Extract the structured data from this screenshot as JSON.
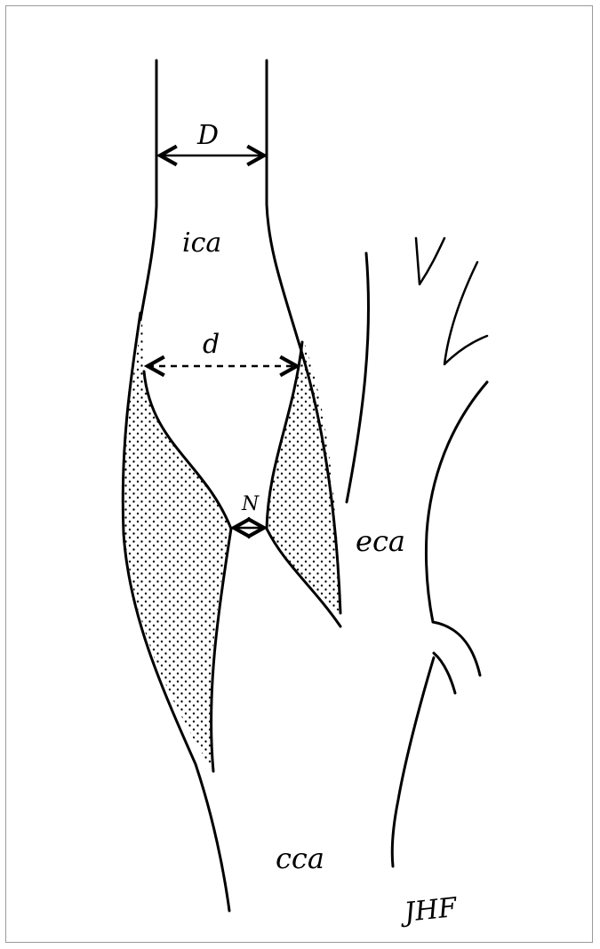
{
  "labels": {
    "D": "D",
    "d": "d",
    "N": "N",
    "ica": "ica",
    "eca": "eca",
    "cca": "cca",
    "signature": "JHF"
  },
  "colors": {
    "ink": "#000000",
    "frame": "#9a9a9a",
    "background": "#ffffff"
  }
}
